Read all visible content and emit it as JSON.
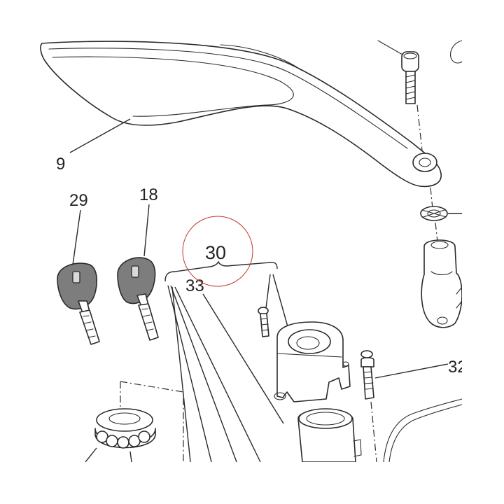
{
  "callouts": {
    "mirror": "9",
    "key_29": "29",
    "key_18": "18",
    "kit_30": "30",
    "kit_33": "33",
    "bolt_32": "32"
  },
  "colors": {
    "line": "#2a2a2a",
    "key_head": "#7d7d7d",
    "highlight_circle": "#c0392b"
  }
}
